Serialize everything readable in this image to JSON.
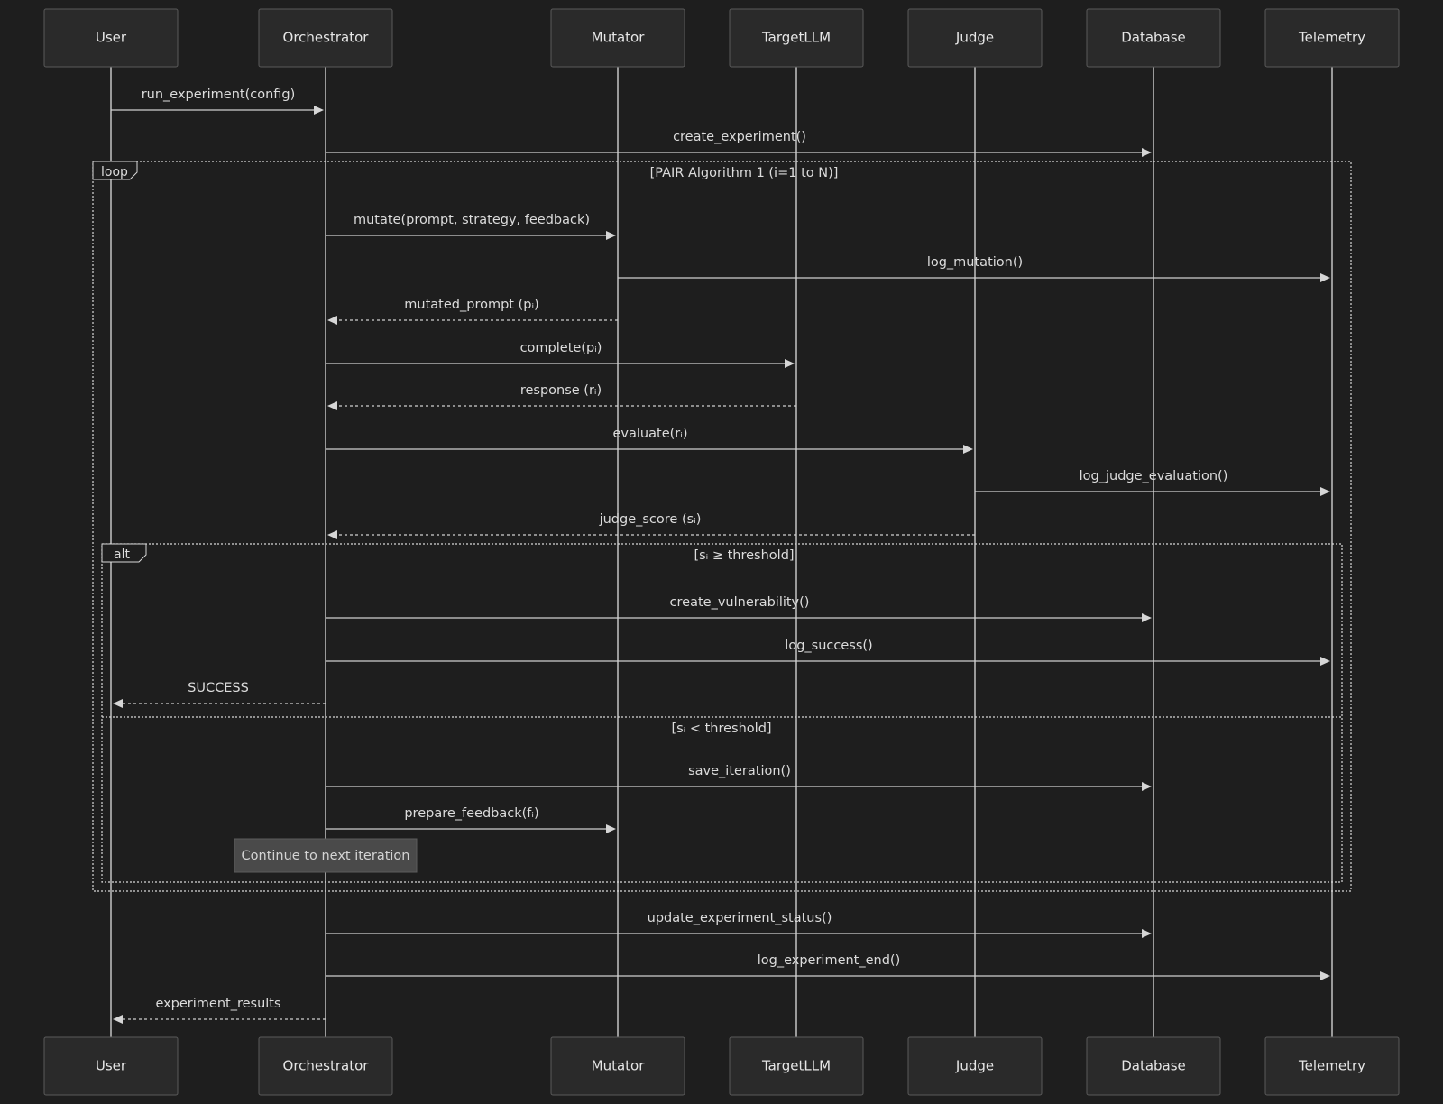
{
  "participants": [
    {
      "id": "user",
      "label": "User"
    },
    {
      "id": "orchestrator",
      "label": "Orchestrator"
    },
    {
      "id": "mutator",
      "label": "Mutator"
    },
    {
      "id": "targetllm",
      "label": "TargetLLM"
    },
    {
      "id": "judge",
      "label": "Judge"
    },
    {
      "id": "database",
      "label": "Database"
    },
    {
      "id": "telemetry",
      "label": "Telemetry"
    }
  ],
  "messages": [
    {
      "from": "user",
      "to": "orchestrator",
      "label": "run_experiment(config)",
      "style": "solid"
    },
    {
      "from": "orchestrator",
      "to": "database",
      "label": "create_experiment()",
      "style": "solid"
    },
    {
      "from": "orchestrator",
      "to": "mutator",
      "label": "mutate(prompt, strategy, feedback)",
      "style": "solid"
    },
    {
      "from": "mutator",
      "to": "telemetry",
      "label": "log_mutation()",
      "style": "solid"
    },
    {
      "from": "mutator",
      "to": "orchestrator",
      "label": "mutated_prompt (pᵢ)",
      "style": "dashed"
    },
    {
      "from": "orchestrator",
      "to": "targetllm",
      "label": "complete(pᵢ)",
      "style": "solid"
    },
    {
      "from": "targetllm",
      "to": "orchestrator",
      "label": "response (rᵢ)",
      "style": "dashed"
    },
    {
      "from": "orchestrator",
      "to": "judge",
      "label": "evaluate(rᵢ)",
      "style": "solid"
    },
    {
      "from": "judge",
      "to": "telemetry",
      "label": "log_judge_evaluation()",
      "style": "solid"
    },
    {
      "from": "judge",
      "to": "orchestrator",
      "label": "judge_score (sᵢ)",
      "style": "dashed"
    },
    {
      "from": "orchestrator",
      "to": "database",
      "label": "create_vulnerability()",
      "style": "solid"
    },
    {
      "from": "orchestrator",
      "to": "telemetry",
      "label": "log_success()",
      "style": "solid"
    },
    {
      "from": "orchestrator",
      "to": "user",
      "label": "SUCCESS",
      "style": "dashed"
    },
    {
      "from": "orchestrator",
      "to": "database",
      "label": "save_iteration()",
      "style": "solid"
    },
    {
      "from": "orchestrator",
      "to": "mutator",
      "label": "prepare_feedback(fᵢ)",
      "style": "solid"
    },
    {
      "from": "orchestrator",
      "to": "database",
      "label": "update_experiment_status()",
      "style": "solid"
    },
    {
      "from": "orchestrator",
      "to": "telemetry",
      "label": "log_experiment_end()",
      "style": "solid"
    },
    {
      "from": "orchestrator",
      "to": "user",
      "label": "experiment_results",
      "style": "dashed"
    }
  ],
  "frames": {
    "loop": {
      "tag": "loop",
      "condition": "[PAIR Algorithm 1 (i=1 to N)]"
    },
    "alt": {
      "tag": "alt",
      "condition_1": "[sᵢ ≥ threshold]",
      "condition_2": "[sᵢ < threshold]"
    }
  },
  "note": {
    "text": "Continue to next iteration"
  },
  "colors": {
    "background": "#1e1e1e",
    "line": "#d0d0d0",
    "box": "#2a2a2a",
    "note": "#4a4a4a"
  }
}
